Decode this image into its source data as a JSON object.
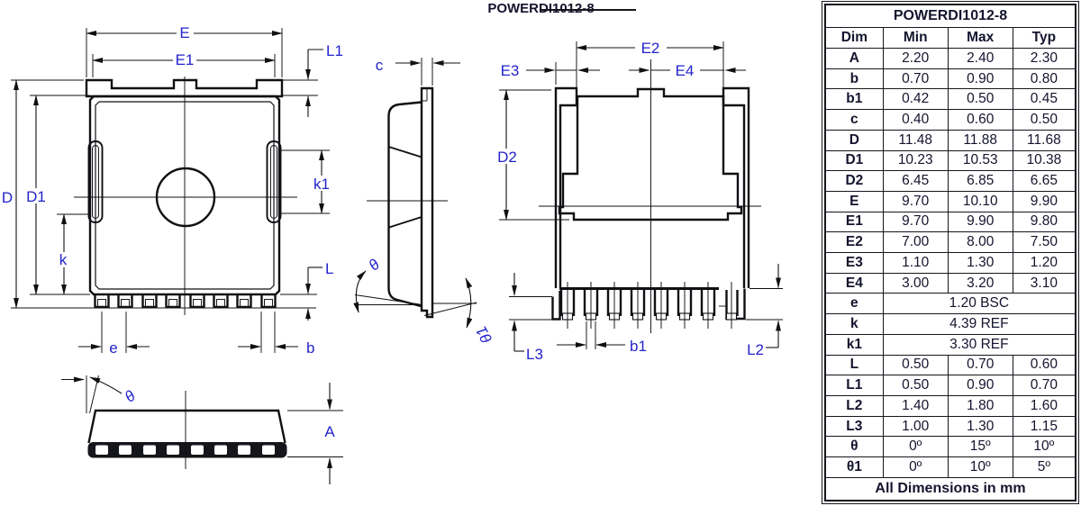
{
  "title": "POWERDI1012-8",
  "drawing": {
    "line_color": "#101014",
    "label_color": "#2323cc",
    "labels": {
      "top": {
        "E": "E",
        "E1": "E1",
        "L1": "L1",
        "D": "D",
        "D1": "D1",
        "k": "k",
        "k1": "k1",
        "L": "L",
        "e": "e",
        "b": "b"
      },
      "side": {
        "c": "c",
        "theta": "θ",
        "theta1": "θ1"
      },
      "bottom": {
        "E2": "E2",
        "E3": "E3",
        "E4": "E4",
        "D2": "D2",
        "b1": "b1",
        "L3": "L3",
        "L2": "L2"
      },
      "front": {
        "theta": "θ",
        "A": "A"
      }
    }
  },
  "table": {
    "title": "POWERDI1012-8",
    "headers": [
      "Dim",
      "Min",
      "Max",
      "Typ"
    ],
    "rows": [
      {
        "dim": "A",
        "min": "2.20",
        "max": "2.40",
        "typ": "2.30"
      },
      {
        "dim": "b",
        "min": "0.70",
        "max": "0.90",
        "typ": "0.80"
      },
      {
        "dim": "b1",
        "min": "0.42",
        "max": "0.50",
        "typ": "0.45"
      },
      {
        "dim": "c",
        "min": "0.40",
        "max": "0.60",
        "typ": "0.50"
      },
      {
        "dim": "D",
        "min": "11.48",
        "max": "11.88",
        "typ": "11.68"
      },
      {
        "dim": "D1",
        "min": "10.23",
        "max": "10.53",
        "typ": "10.38"
      },
      {
        "dim": "D2",
        "min": "6.45",
        "max": "6.85",
        "typ": "6.65"
      },
      {
        "dim": "E",
        "min": "9.70",
        "max": "10.10",
        "typ": "9.90"
      },
      {
        "dim": "E1",
        "min": "9.70",
        "max": "9.90",
        "typ": "9.80"
      },
      {
        "dim": "E2",
        "min": "7.00",
        "max": "8.00",
        "typ": "7.50"
      },
      {
        "dim": "E3",
        "min": "1.10",
        "max": "1.30",
        "typ": "1.20"
      },
      {
        "dim": "E4",
        "min": "3.00",
        "max": "3.20",
        "typ": "3.10"
      },
      {
        "dim": "e",
        "span": "1.20 BSC"
      },
      {
        "dim": "k",
        "span": "4.39 REF"
      },
      {
        "dim": "k1",
        "span": "3.30 REF"
      },
      {
        "dim": "L",
        "min": "0.50",
        "max": "0.70",
        "typ": "0.60"
      },
      {
        "dim": "L1",
        "min": "0.50",
        "max": "0.90",
        "typ": "0.70"
      },
      {
        "dim": "L2",
        "min": "1.40",
        "max": "1.80",
        "typ": "1.60"
      },
      {
        "dim": "L3",
        "min": "1.00",
        "max": "1.30",
        "typ": "1.15"
      },
      {
        "dim": "θ",
        "min": "0º",
        "max": "15º",
        "typ": "10º"
      },
      {
        "dim": "θ1",
        "min": "0º",
        "max": "10º",
        "typ": "5º"
      }
    ],
    "footer": "All Dimensions in mm"
  }
}
